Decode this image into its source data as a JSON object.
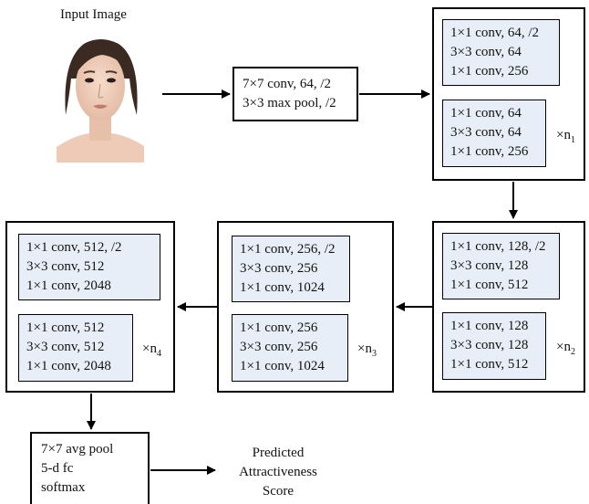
{
  "input": {
    "label": "Input Image"
  },
  "stem": {
    "lines": [
      "7×7 conv, 64, /2",
      "3×3 max pool, /2"
    ]
  },
  "stage1": {
    "first": [
      "1×1 conv, 64, /2",
      "3×3 conv, 64",
      "1×1 conv, 256"
    ],
    "repeat": [
      "1×1 conv, 64",
      "3×3 conv, 64",
      "1×1 conv, 256"
    ],
    "mult": "×n",
    "mult_sub": "1"
  },
  "stage2": {
    "first": [
      "1×1 conv, 128, /2",
      "3×3 conv, 128",
      "1×1 conv, 512"
    ],
    "repeat": [
      "1×1 conv, 128",
      "3×3 conv, 128",
      "1×1 conv, 512"
    ],
    "mult": "×n",
    "mult_sub": "2"
  },
  "stage3": {
    "first": [
      "1×1 conv, 256, /2",
      "3×3 conv, 256",
      "1×1 conv, 1024"
    ],
    "repeat": [
      "1×1 conv, 256",
      "3×3 conv, 256",
      "1×1 conv, 1024"
    ],
    "mult": "×n",
    "mult_sub": "3"
  },
  "stage4": {
    "first": [
      "1×1 conv, 512, /2",
      "3×3 conv, 512",
      "1×1 conv, 2048"
    ],
    "repeat": [
      "1×1 conv, 512",
      "3×3 conv, 512",
      "1×1 conv, 2048"
    ],
    "mult": "×n",
    "mult_sub": "4"
  },
  "head": {
    "lines": [
      "7×7 avg pool",
      "5-d fc",
      "softmax"
    ]
  },
  "output": {
    "lines": [
      "Predicted",
      "Attractiveness",
      "Score"
    ]
  }
}
